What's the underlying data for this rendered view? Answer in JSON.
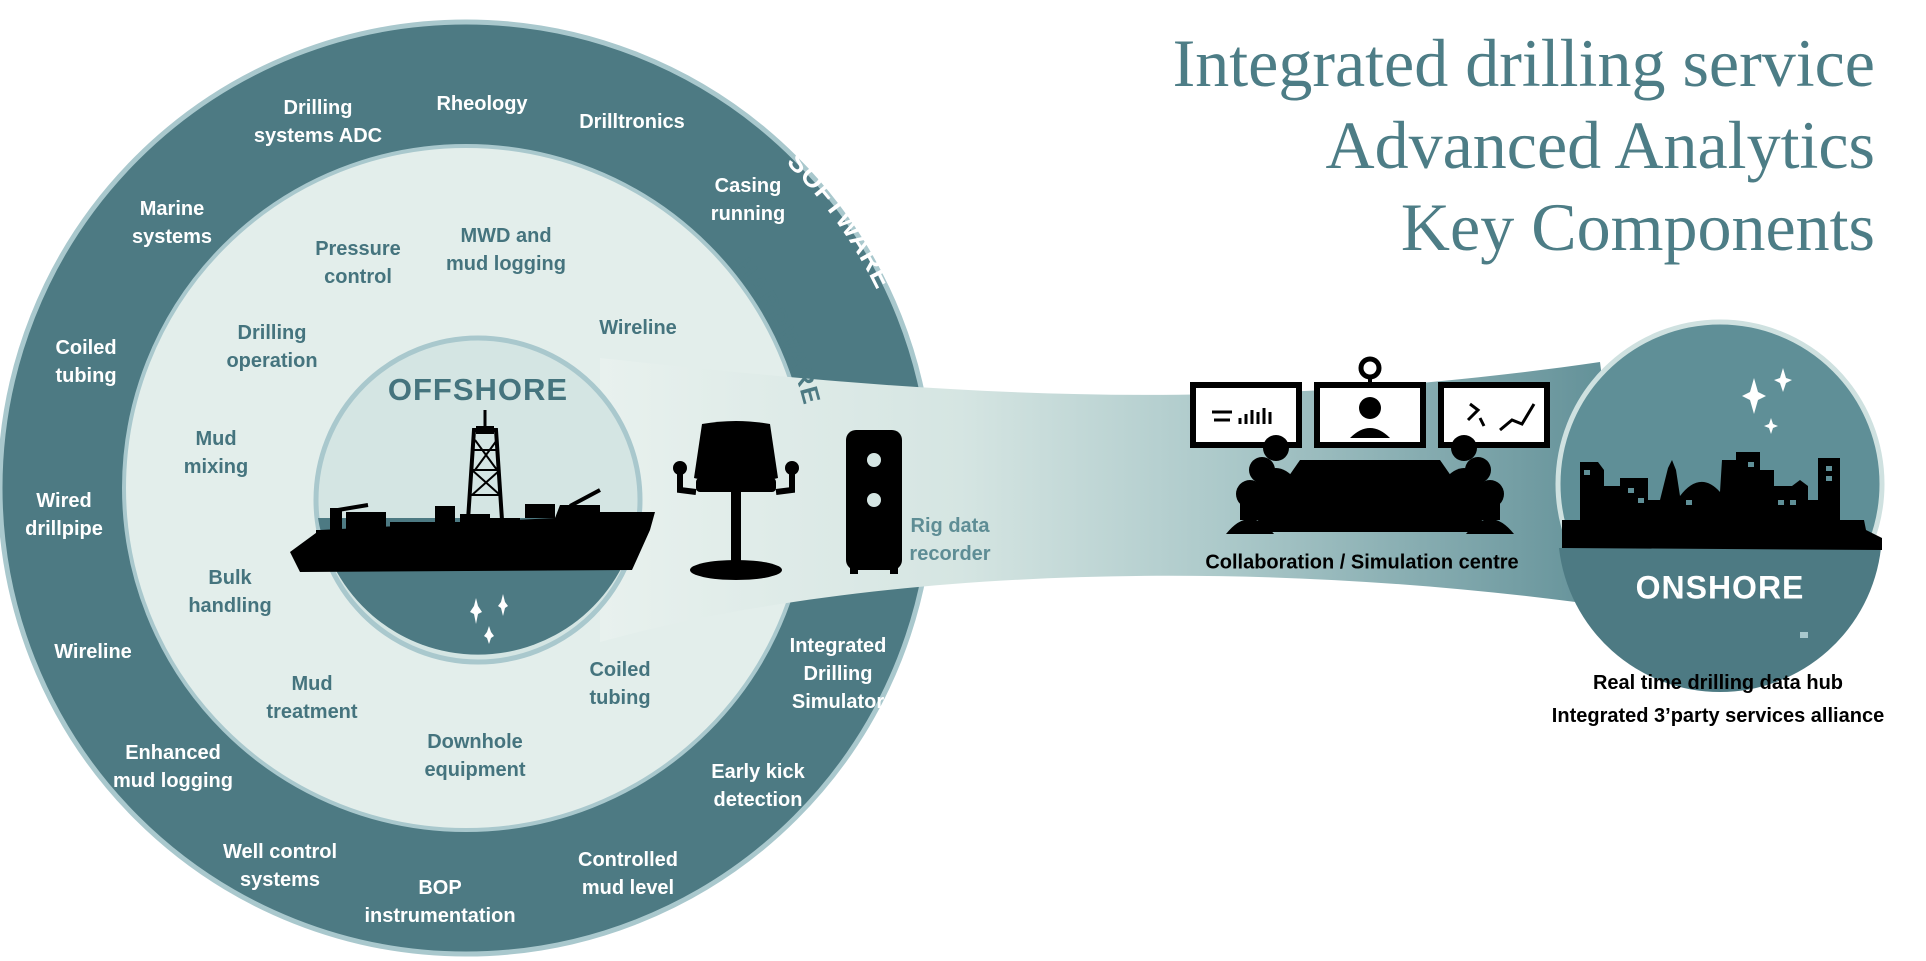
{
  "title": {
    "line1": "Integrated drilling service",
    "line2": "Advanced Analytics",
    "line3": "Key Components"
  },
  "rings": {
    "software": "SOFTWARE",
    "hardware": "HARDWARE",
    "offshore": "OFFSHORE",
    "onshore": "ONSHORE"
  },
  "software_items": [
    {
      "l1": "Drilling",
      "l2": "systems ADC"
    },
    {
      "l1": "Rheology",
      "l2": ""
    },
    {
      "l1": "Drilltronics",
      "l2": ""
    },
    {
      "l1": "Casing",
      "l2": "running"
    },
    {
      "l1": "Marine",
      "l2": "systems"
    },
    {
      "l1": "Coiled",
      "l2": "tubing"
    },
    {
      "l1": "Wired",
      "l2": "drillpipe"
    },
    {
      "l1": "Wireline",
      "l2": ""
    },
    {
      "l1": "Enhanced",
      "l2": "mud logging"
    },
    {
      "l1": "Well control",
      "l2": "systems"
    },
    {
      "l1": "BOP",
      "l2": "instrumentation"
    },
    {
      "l1": "Controlled",
      "l2": "mud level"
    },
    {
      "l1": "Early kick",
      "l2": "detection"
    },
    {
      "l1": "Integrated",
      "l2": "Drilling",
      "l3": "Simulator"
    }
  ],
  "hardware_items": [
    {
      "l1": "Pressure",
      "l2": "control"
    },
    {
      "l1": "MWD and",
      "l2": "mud logging"
    },
    {
      "l1": "Wireline",
      "l2": ""
    },
    {
      "l1": "Drilling",
      "l2": "operation"
    },
    {
      "l1": "Mud",
      "l2": "mixing"
    },
    {
      "l1": "Bulk",
      "l2": "handling"
    },
    {
      "l1": "Mud",
      "l2": "treatment"
    },
    {
      "l1": "Downhole",
      "l2": "equipment"
    },
    {
      "l1": "Coiled",
      "l2": "tubing"
    }
  ],
  "rig_recorder": {
    "l1": "Rig data",
    "l2": "recorder"
  },
  "collaboration_label": "Collaboration / Simulation centre",
  "onshore_notes": {
    "line1": "Real time drilling data hub",
    "line2": "Integrated 3’party services alliance"
  },
  "icons": [
    "drillship-icon",
    "chair-icon",
    "data-recorder-icon",
    "meeting-room-icon",
    "city-skyline-icon",
    "sparkle-icon"
  ],
  "colors": {
    "dark_teal": "#4d7a83",
    "ring_border": "#a9c8cd",
    "hardware_fill": "#e3eeeb",
    "offshore_fill": "#d4e5e3",
    "text_teal": "#45747e",
    "title_teal": "#4d7d86"
  }
}
